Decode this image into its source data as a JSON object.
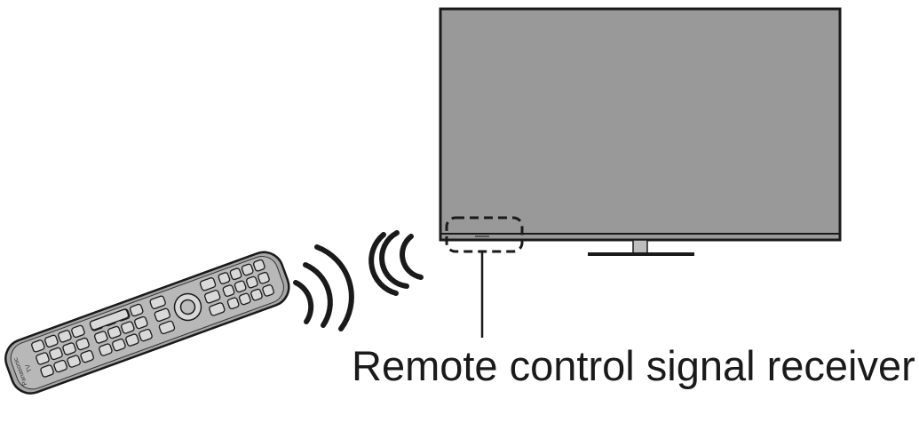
{
  "caption": "Remote control signal receiver",
  "remote": {
    "brand": "Panasonic",
    "model": "TV"
  },
  "colors": {
    "screen": "#999999",
    "outline": "#1a1a1a",
    "remote_body": "#a6a6a6",
    "button": "#d9d9d9",
    "background": "#ffffff"
  }
}
